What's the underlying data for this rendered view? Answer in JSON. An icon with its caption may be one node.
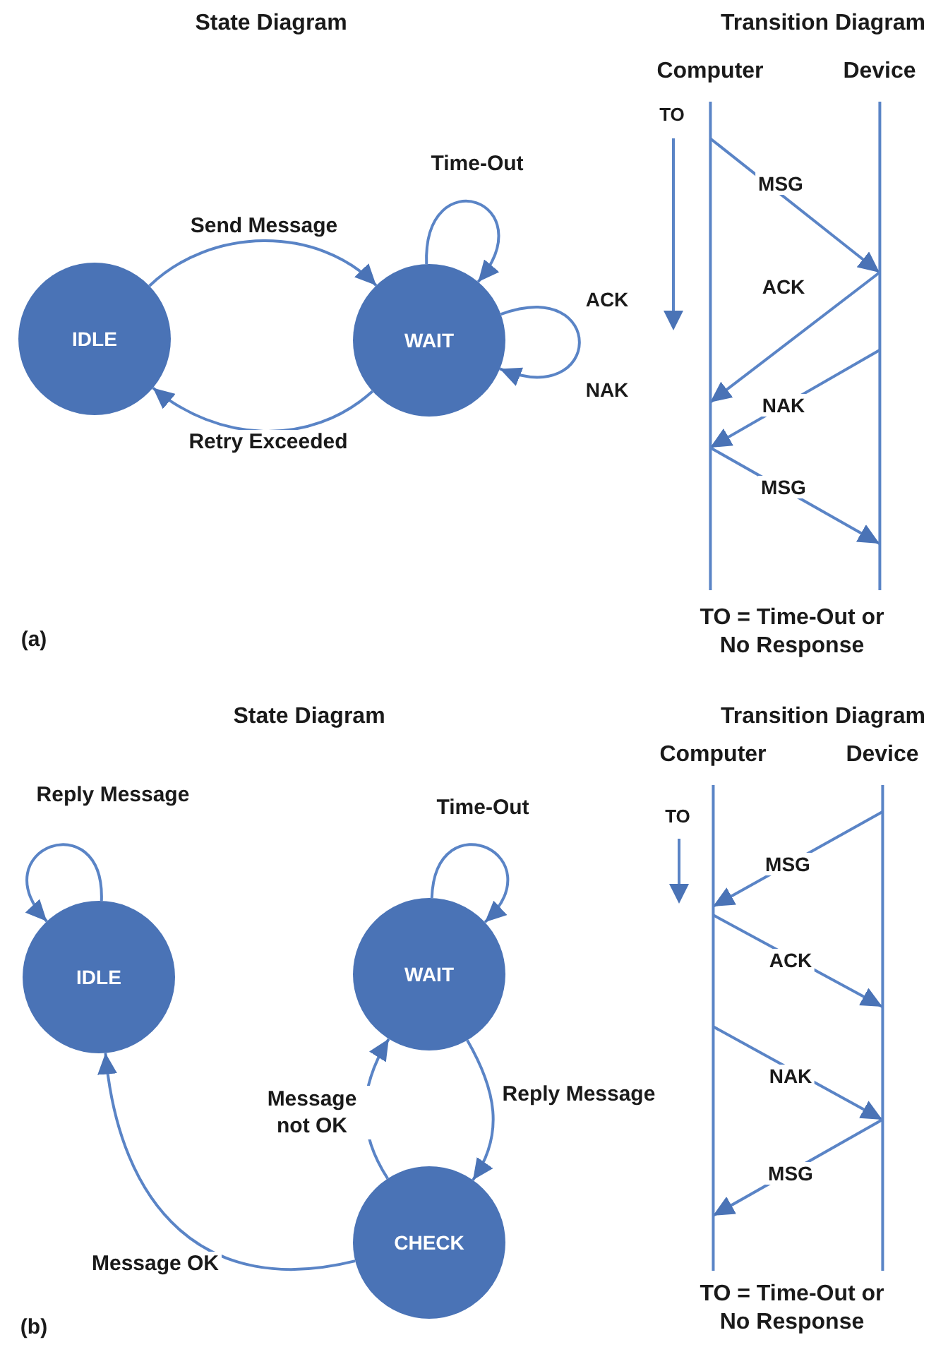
{
  "diagram": {
    "nodes": [
      {
        "text": [
          "IDLE"
        ]
      },
      {
        "text": [
          "WAIT"
        ]
      },
      {
        "text": [
          "Computer"
        ]
      },
      {
        "text": [
          "Device"
        ]
      },
      {
        "text": [
          "IDLE"
        ]
      },
      {
        "text": [
          "WAIT"
        ]
      },
      {
        "text": [
          "CHECK"
        ]
      },
      {
        "text": [
          "Computer"
        ]
      },
      {
        "text": [
          "Device"
        ]
      }
    ],
    "edges": [
      {
        "from": 0,
        "to": 1,
        "arrow": "to",
        "label": "Send Message"
      },
      {
        "from": 1,
        "to": 0,
        "arrow": "to",
        "label": "Retry Exceeded"
      },
      {
        "from": 1,
        "to": 1,
        "arrow": "to",
        "label": "Time-Out"
      },
      {
        "from": 1,
        "to": 1,
        "arrow": "to"
      },
      {
        "from": 2,
        "to": 3,
        "arrow": "to",
        "label": "MSG"
      },
      {
        "from": 3,
        "to": 2,
        "arrow": "to",
        "label": "ACK"
      },
      {
        "from": 3,
        "to": 2,
        "arrow": "to",
        "label": "NAK"
      },
      {
        "from": 2,
        "to": 3,
        "arrow": "to",
        "label": "MSG"
      },
      {
        "from": 4,
        "to": 4,
        "arrow": "to",
        "label": "Reply Message"
      },
      {
        "from": 5,
        "to": 5,
        "arrow": "to",
        "label": "Time-Out"
      },
      {
        "from": 5,
        "to": 6,
        "arrow": "to",
        "label": "Reply Message"
      },
      {
        "from": 6,
        "to": 5,
        "arrow": "to",
        "label": "Message not OK"
      },
      {
        "from": 6,
        "to": 4,
        "arrow": "to",
        "label": "Message OK"
      },
      {
        "from": 8,
        "to": 7,
        "arrow": "to",
        "label": "MSG"
      },
      {
        "from": 7,
        "to": 8,
        "arrow": "to",
        "label": "ACK"
      },
      {
        "from": 7,
        "to": 8,
        "arrow": "to",
        "label": "NAK"
      },
      {
        "from": 8,
        "to": 7,
        "arrow": "to",
        "label": "MSG"
      }
    ],
    "labels": [
      "State Diagram",
      "Transition Diagram",
      "TO",
      "ACK",
      "NAK",
      "TO = Time-Out or No Response",
      "(a)",
      "State Diagram",
      "Transition Diagram",
      "TO",
      "TO = Time-Out or No Response",
      "(b)"
    ]
  }
}
